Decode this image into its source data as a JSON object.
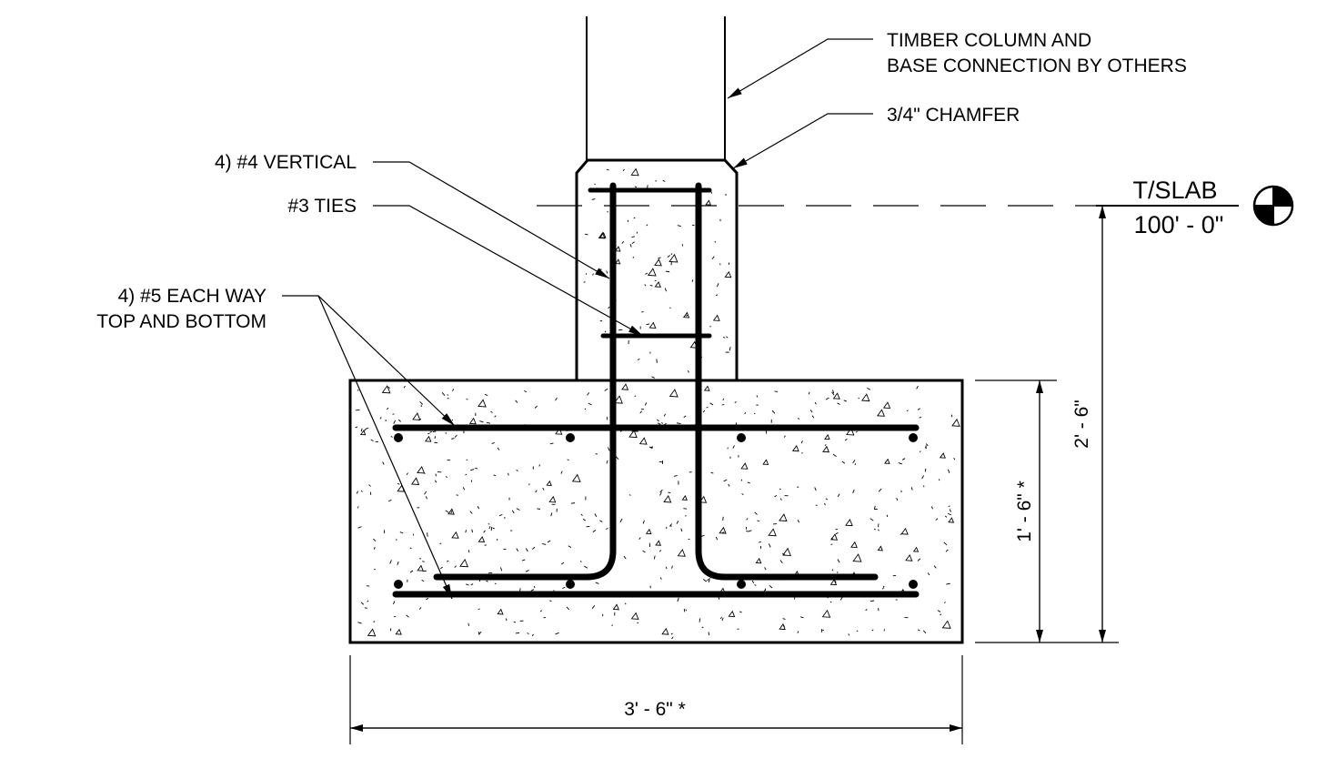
{
  "notes": {
    "timber_line1": "TIMBER COLUMN AND",
    "timber_line2": "BASE CONNECTION BY OTHERS",
    "chamfer": "3/4\" CHAMFER",
    "vertical": "4) #4 VERTICAL",
    "ties": "#3 TIES",
    "each_way_line1": "4) #5 EACH WAY",
    "each_way_line2": "TOP AND BOTTOM"
  },
  "elevation": {
    "label": "T/SLAB",
    "value": "100' - 0\""
  },
  "dimensions": {
    "footing_width": "3' - 6\" *",
    "footing_depth": "1' - 6\" *",
    "total_height": "2' - 6\""
  }
}
